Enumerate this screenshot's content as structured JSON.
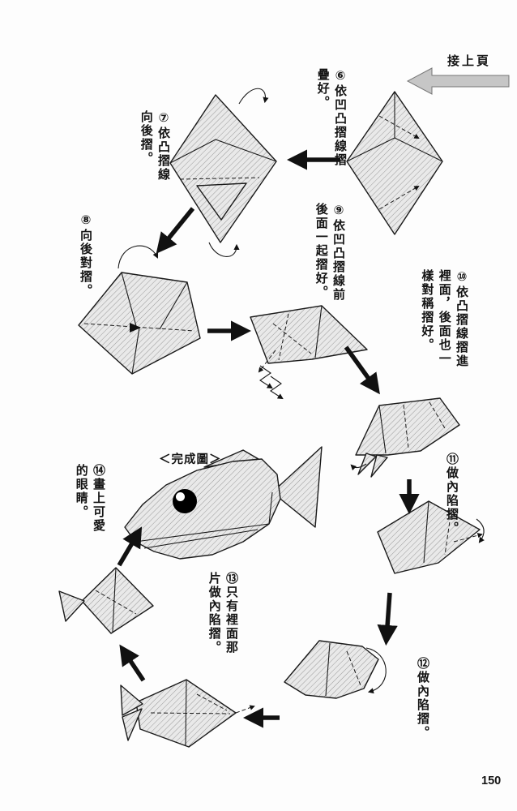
{
  "page": {
    "continued_label": "接上頁",
    "completed_label": "＜完成圖＞",
    "page_number": "150"
  },
  "steps": [
    {
      "num": "⑥",
      "text": "依凹凸摺線摺疊好。"
    },
    {
      "num": "⑦",
      "text": "依凸摺線向後摺。"
    },
    {
      "num": "⑧",
      "text": "向後對摺。"
    },
    {
      "num": "⑨",
      "text": "依凹凸摺線前後面一起摺好。"
    },
    {
      "num": "⑩",
      "text": "依凸摺線摺進裡面，後面也一樣對稱摺好。"
    },
    {
      "num": "⑪",
      "text": "做內陷摺。"
    },
    {
      "num": "⑫",
      "text": "做內陷摺。"
    },
    {
      "num": "⑬",
      "text": "只有裡面那片做內陷摺。"
    },
    {
      "num": "⑭",
      "text": "畫上可愛的眼睛。"
    }
  ],
  "icons": {
    "continued_arrow": "left-pointing-gray-arrow",
    "step_arrow": "solid-black-step-arrow",
    "flip_arrow": "curved-turn-over-arrow",
    "pleat_mark": "zigzag-pleat-symbol"
  },
  "colors": {
    "ink": "#1a1a1a",
    "paper": "#fdfdfd",
    "shape_fill": "#e9e9e9",
    "hatch_line": "#999999",
    "continued_arrow_fill": "#c6c6c6",
    "eye": "#000000"
  }
}
